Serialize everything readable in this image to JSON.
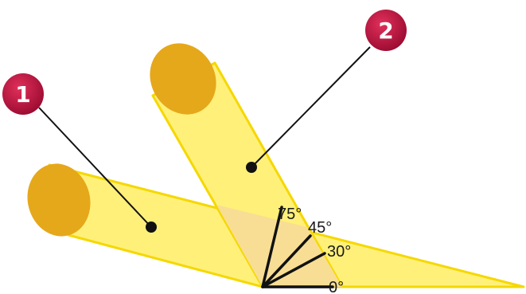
{
  "markers": [
    {
      "id": "1",
      "label": "1"
    },
    {
      "id": "2",
      "label": "2"
    }
  ],
  "angles": [
    {
      "label": "75°"
    },
    {
      "label": "45°"
    },
    {
      "label": "30°"
    },
    {
      "label": "0°"
    }
  ],
  "colors": {
    "beam_fill": "#FFF07A",
    "beam_edge": "#F5D800",
    "beam_end": "#E5A81A",
    "overlap": "#F8DE94",
    "ground": "#B8B8B8",
    "marker": "#B0103C",
    "line": "#111111"
  }
}
